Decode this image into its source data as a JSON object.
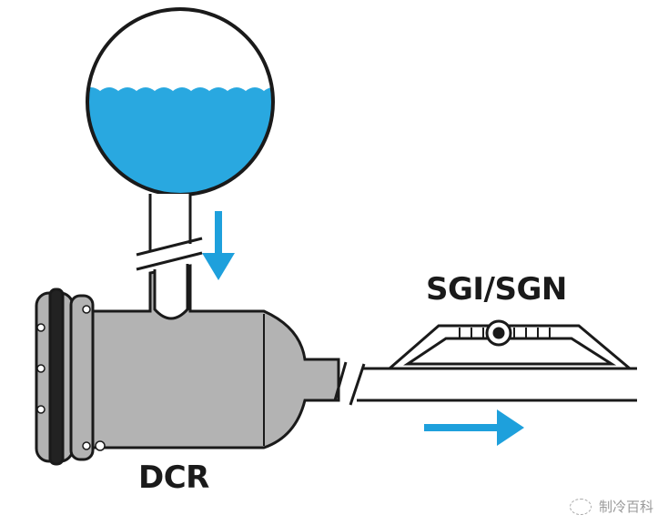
{
  "labels": {
    "sight_glass": "SGI/SGN",
    "filter": "DCR"
  },
  "watermark": "制冷百科",
  "colors": {
    "liquid": "#29a8e0",
    "arrow": "#1ea0dc",
    "body": "#b3b3b3",
    "outline": "#1a1a1a"
  }
}
